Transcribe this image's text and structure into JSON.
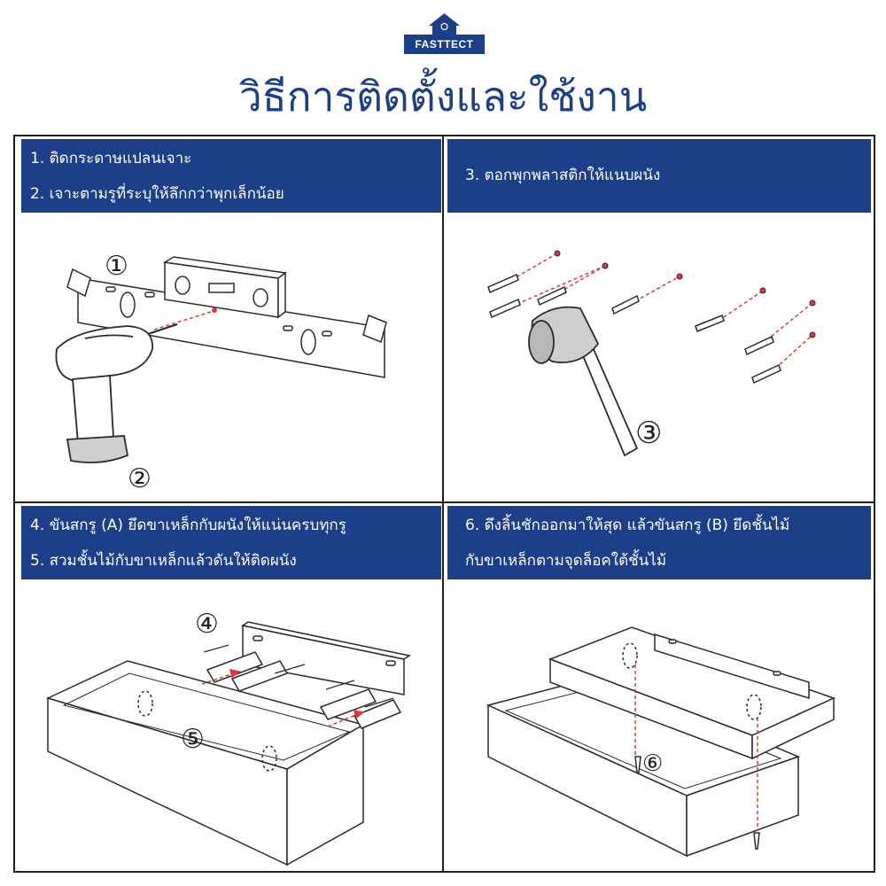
{
  "logo": {
    "text": "FASTTECT"
  },
  "title": "วิธีการติดตั้งและใช้งาน",
  "colors": {
    "navy": "#1d3e89",
    "line": "#1f1f1f",
    "marker": "#e0343f"
  },
  "panels": [
    {
      "id": "1",
      "lines": [
        "1. ติดกระดาษแปลนเจาะ",
        "2. เจาะตามรูที่ระบุให้ลึกกว่าพุกเล็กน้อย"
      ],
      "markers": [
        "①",
        "②"
      ]
    },
    {
      "id": "2",
      "lines": [
        "3. ตอกพุกพลาสติกให้แนบผนัง"
      ],
      "markers": [
        "③"
      ]
    },
    {
      "id": "3",
      "lines": [
        "4. ขันสกรู (A) ยึดขาเหล็กกับผนังให้แน่นครบทุกรู",
        "5. สวมชั้นไม้กับขาเหล็กแล้วดันให้ติดผนัง"
      ],
      "markers": [
        "④",
        "⑤"
      ]
    },
    {
      "id": "4",
      "lines": [
        "6. ดึงลิ้นชักออกมาให้สุด แล้วขันสกรู (B) ยึดชั้นไม้",
        "กับขาเหล็กตามจุดล็อคใต้ชั้นไม้"
      ],
      "markers": [
        "⑥"
      ]
    }
  ],
  "icons": [
    "house-icon",
    "level-tool-icon",
    "drill-icon",
    "hammer-icon",
    "wall-plug-icon",
    "screw-icon",
    "shelf-icon",
    "bracket-icon"
  ]
}
